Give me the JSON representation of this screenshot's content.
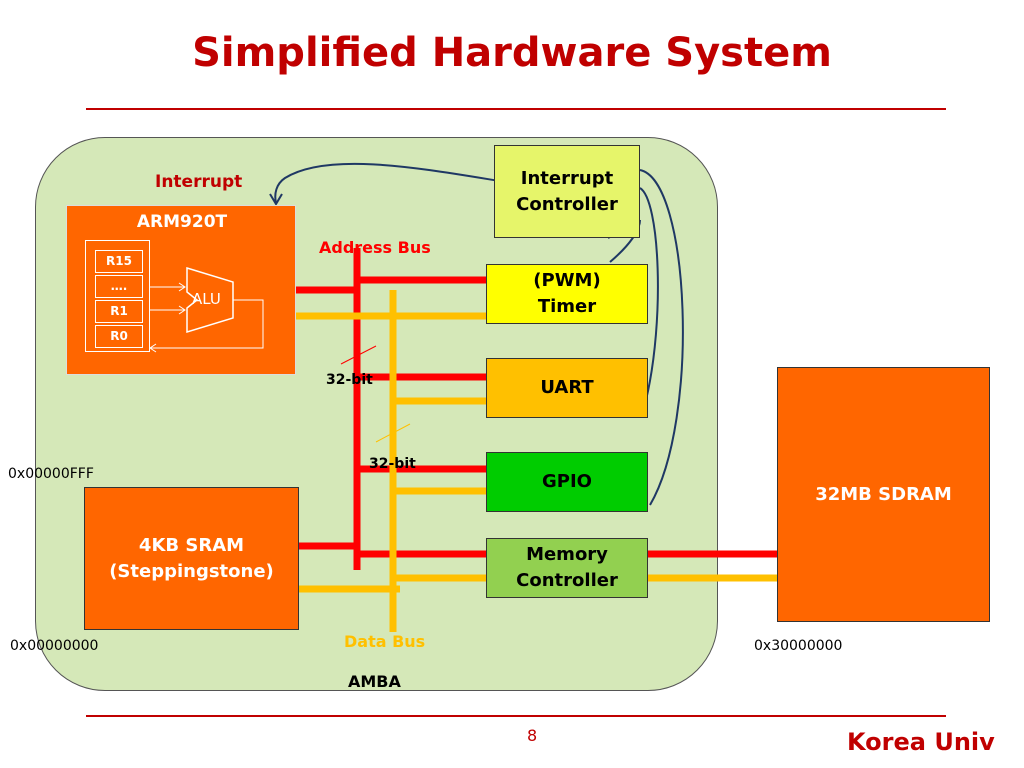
{
  "title": "Simplified Hardware System",
  "labels": {
    "interrupt": "Interrupt",
    "address_bus": "Address Bus",
    "data_bus": "Data Bus",
    "bit_top": "32-bit",
    "bit_bottom": "32-bit",
    "amba": "AMBA"
  },
  "cpu": {
    "name": "ARM920T",
    "registers": [
      "R15",
      "….",
      "R1",
      "R0"
    ],
    "alu": "ALU"
  },
  "components": {
    "interrupt_controller": [
      "Interrupt",
      "Controller"
    ],
    "timer": [
      "(PWM)",
      "Timer"
    ],
    "uart": "UART",
    "gpio": "GPIO",
    "memory_controller": [
      "Memory",
      "Controller"
    ],
    "sram": [
      "4KB SRAM",
      "(Steppingstone)"
    ],
    "sdram": "32MB SDRAM"
  },
  "addresses": {
    "sram_top": "0x00000FFF",
    "sram_base": "0x00000000",
    "sdram_base": "0x30000000"
  },
  "footer": {
    "page": "8",
    "org": "Korea Univ"
  },
  "colors": {
    "title_red": "#c00000",
    "board_green": "#d5e8b8",
    "address_bus_red": "#ff0000",
    "data_bus_amber": "#ffc000",
    "cpu_orange": "#ff6600",
    "interrupt_controller_fill": "#e6f56a",
    "timer_fill": "#ffff00",
    "uart_fill": "#ffc000",
    "gpio_fill": "#00cc00",
    "memory_controller_fill": "#92d050",
    "link_navy": "#1f3864"
  }
}
